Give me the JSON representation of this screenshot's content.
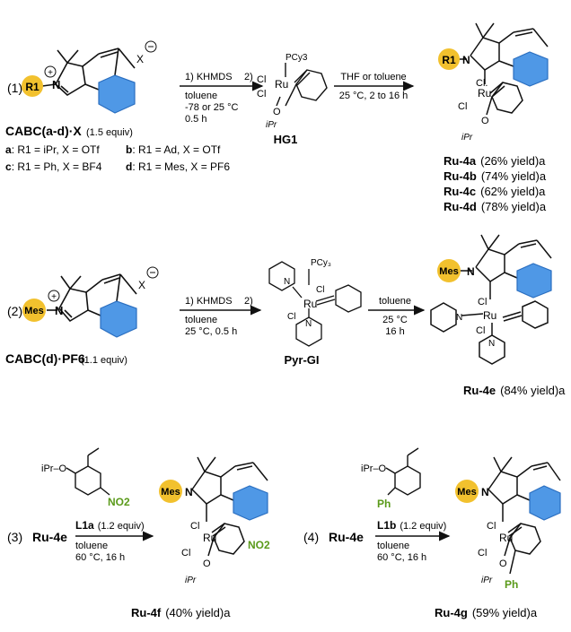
{
  "reactions": [
    {
      "number": "(1)",
      "salt": {
        "name": "CABC(a-d)·X",
        "equiv": "(1.5 equiv)",
        "substituent": "R1",
        "counterion": "X"
      },
      "variants": [
        {
          "letter": "a",
          "text": "R1 = iPr, X = OTf"
        },
        {
          "letter": "b",
          "text": "R1 = Ad, X = OTf"
        },
        {
          "letter": "c",
          "text": "R1 = Ph, X = BF4"
        },
        {
          "letter": "d",
          "text": "R1 = Mes, X = PF6"
        }
      ],
      "arrow1": {
        "step1": "1) KHMDS",
        "step2": "2)",
        "conditions": [
          "toluene",
          "-78 or 25 °C",
          "0.5 h"
        ]
      },
      "reagent": {
        "name": "HG1",
        "ligand": "PCy3",
        "metal": "Ru",
        "halide": "Cl",
        "ether": "iPr"
      },
      "arrow2": {
        "above": "THF or toluene",
        "below": "25 °C, 2 to 16 h"
      },
      "products": [
        {
          "name": "Ru-4a",
          "yield": "(26% yield)a"
        },
        {
          "name": "Ru-4b",
          "yield": "(74% yield)a"
        },
        {
          "name": "Ru-4c",
          "yield": "(62% yield)a"
        },
        {
          "name": "Ru-4d",
          "yield": "(78% yield)a"
        }
      ]
    },
    {
      "number": "(2)",
      "salt": {
        "name": "CABC(d)·PF6",
        "equiv": "(1.1 equiv)",
        "substituent": "Mes"
      },
      "arrow1": {
        "step1": "1) KHMDS",
        "step2": "2)",
        "conditions": [
          "toluene",
          "25 °C, 0.5 h"
        ]
      },
      "reagent": {
        "name": "Pyr-GI"
      },
      "arrow2": {
        "above": "toluene",
        "below": [
          "25 °C",
          "16 h"
        ]
      },
      "product": {
        "name": "Ru-4e",
        "yield": "(84% yield)a"
      }
    },
    {
      "number": "(3)",
      "start": "Ru-4e",
      "ligand": {
        "name": "L1a",
        "equiv": "(1.2 equiv)",
        "group": "NO2"
      },
      "conditions": [
        "toluene",
        "60 °C, 16 h"
      ],
      "product": {
        "name": "Ru-4f",
        "yield": "(40% yield)a"
      }
    },
    {
      "number": "(4)",
      "start": "Ru-4e",
      "ligand": {
        "name": "L1b",
        "equiv": "(1.2 equiv)",
        "group": "Ph"
      },
      "conditions": [
        "toluene",
        "60 °C, 16 h"
      ],
      "product": {
        "name": "Ru-4g",
        "yield": "(59% yield)a"
      }
    }
  ],
  "colors": {
    "badge": "#f2c12e",
    "arene": "#3f8ee0",
    "green": "#5a9a1a",
    "ink": "#111111"
  }
}
